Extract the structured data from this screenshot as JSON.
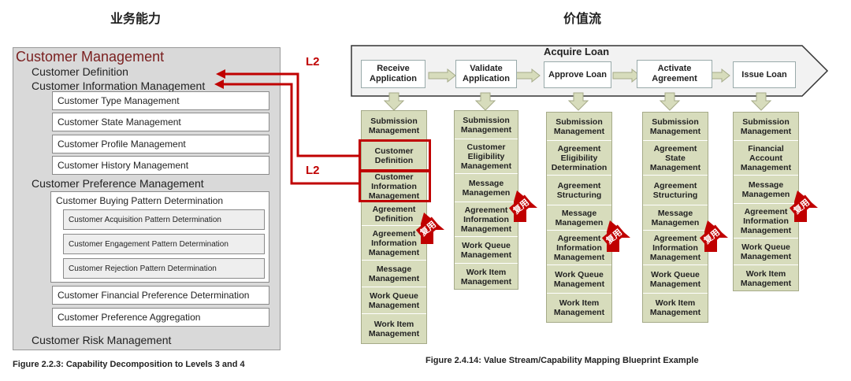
{
  "headings": {
    "capability": "业务能力",
    "value_stream": "价值流"
  },
  "capability_map": {
    "title": "Customer Management",
    "customer_definition": "Customer  Definition",
    "customer_info_mgmt": "Customer  Information  Management",
    "info_children": [
      "Customer Type Management",
      "Customer State Management",
      "Customer Profile Management",
      "Customer History Management"
    ],
    "customer_pref_mgmt": "Customer  Preference  Management",
    "buying_pattern": "Customer Buying Pattern Determination",
    "buying_children": [
      "Customer Acquisition Pattern Determination",
      "Customer Engagement Pattern Determination",
      "Customer Rejection Pattern Determination"
    ],
    "financial_pref": "Customer Financial Preference Determination",
    "pref_aggregation": "Customer Preference Aggregation",
    "risk_mgmt": "Customer  Risk  Management",
    "caption": "Figure 2.2.3: Capability Decomposition to Levels 3 and 4"
  },
  "l2_label": "L2",
  "reuse_label": "复用",
  "value_stream": {
    "title": "Acquire Loan",
    "stages": [
      "Receive Application",
      "Validate Application",
      "Approve Loan",
      "Activate Agreement",
      "Issue Loan"
    ],
    "columns": [
      [
        "Submission Management",
        "Customer Definition",
        "Customer Information Management",
        "Agreement Definition",
        "Agreement Information Management",
        "Message Management",
        "Work Queue Management",
        "Work Item Management"
      ],
      [
        "Submission Management",
        "Customer Eligibility Management",
        "Message Managemen",
        "Agreement Information Management",
        "Work Queue Management",
        "Work Item Management"
      ],
      [
        "Submission Management",
        "Agreement Eligibility Determination",
        "Agreement Structuring",
        "Message Managemen",
        "Agreement Information Management",
        "Work Queue Management",
        "Work Item Management"
      ],
      [
        "Submission Management",
        "Agreement State Management",
        "Agreement Structuring",
        "Message Managemen",
        "Agreement Information Management",
        "Work Queue Management",
        "Work Item Management"
      ],
      [
        "Submission Management",
        "Financial Account Management",
        "Message Managemen",
        "Agreement Information Management",
        "Work Queue Management",
        "Work Item Management"
      ]
    ],
    "caption": "Figure 2.4.14: Value Stream/Capability Mapping Blueprint Example"
  },
  "colors": {
    "accent_red": "#c00000",
    "capability_green": "#d7dcbc",
    "panel_grey": "#d9d9d9"
  }
}
